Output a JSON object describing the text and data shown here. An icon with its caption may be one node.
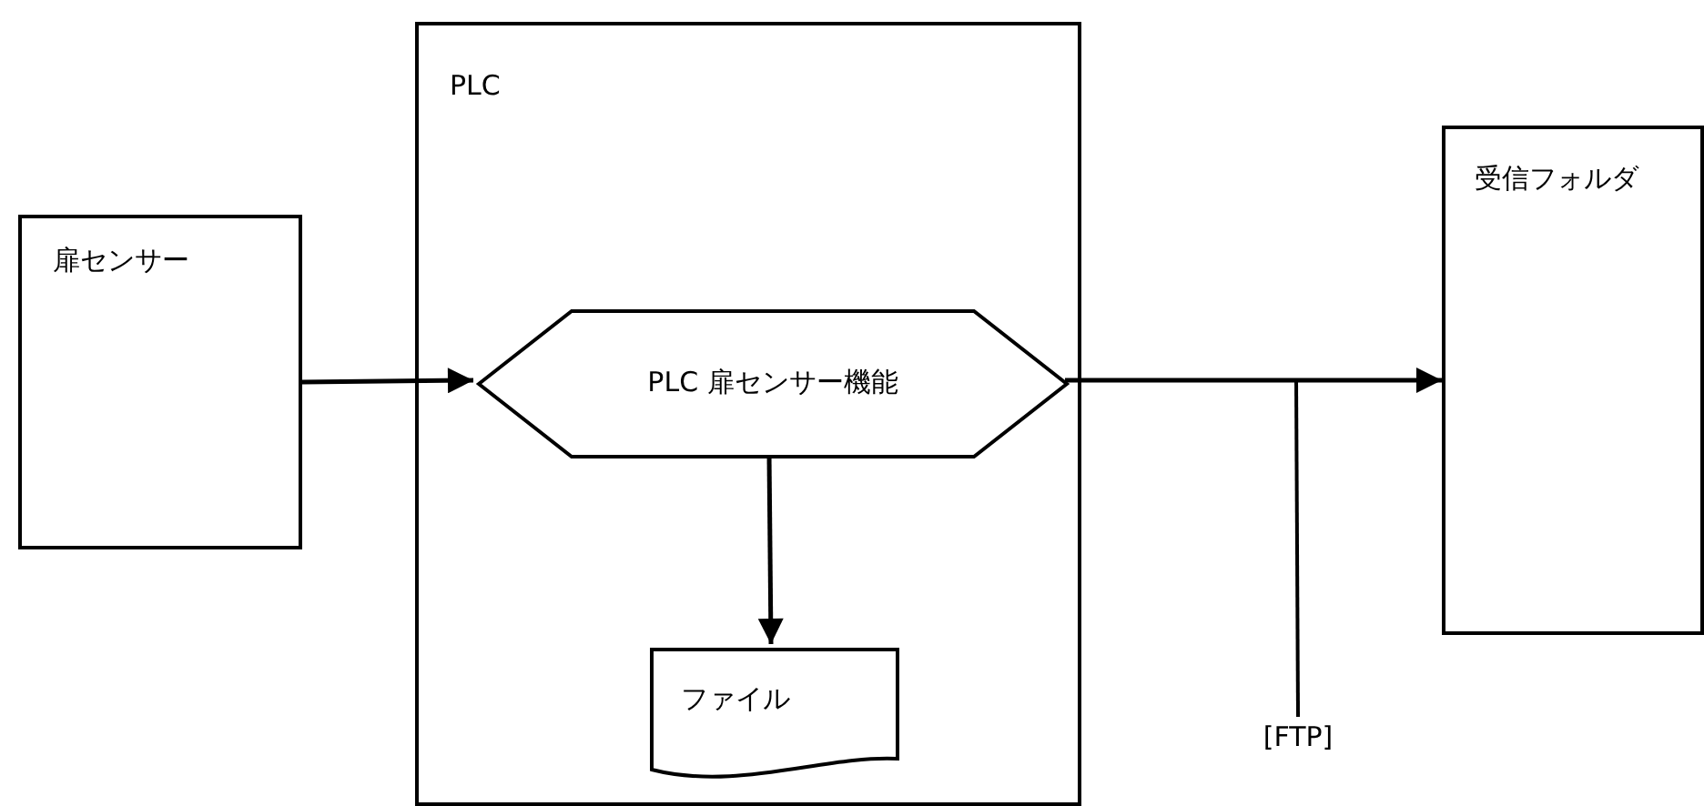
{
  "diagram": {
    "nodes": [
      {
        "text": [
          "扉センサー"
        ]
      },
      {
        "text": [
          "PLC"
        ]
      },
      {
        "text": [
          "PLC 扉センサー機能"
        ],
        "in": 1
      },
      {
        "text": [
          "ファイル"
        ],
        "in": 1
      },
      {
        "text": [
          "受信フォルダ"
        ]
      },
      {
        "text": [
          "[FTP]"
        ]
      }
    ],
    "edges": [
      {
        "from": 0,
        "to": 2,
        "arrow": "to"
      },
      {
        "from": 2,
        "to": 3,
        "arrow": "to"
      },
      {
        "from": 2,
        "to": 4,
        "arrow": "to"
      },
      {
        "from": 5,
        "to": null,
        "arrow": "none"
      }
    ]
  }
}
